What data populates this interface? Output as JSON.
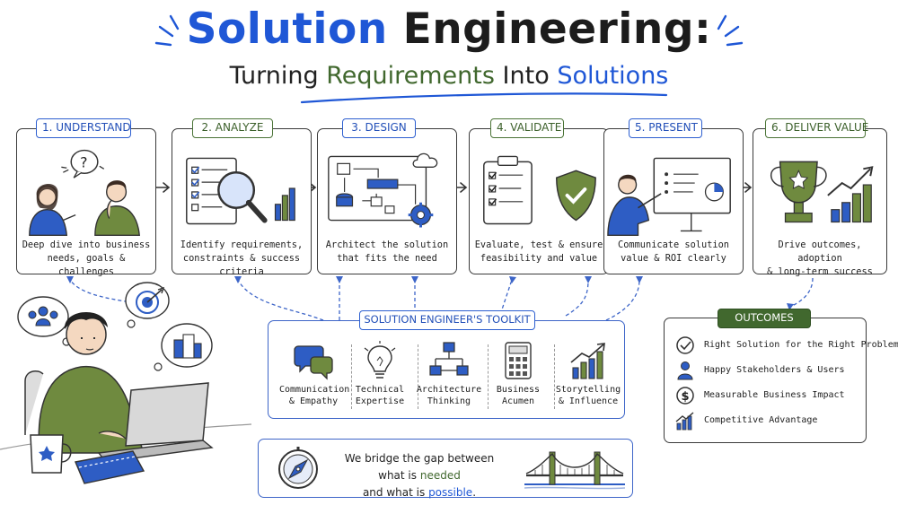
{
  "header": {
    "title_part1": "Solution",
    "title_part2": "Engineering:",
    "subtitle_part1": "Turning",
    "subtitle_part2": "Requirements",
    "subtitle_part3": "Into",
    "subtitle_part4": "Solutions"
  },
  "steps": [
    {
      "tag": "1. UNDERSTAND",
      "desc_line1": "Deep dive into business",
      "desc_line2": "needs, goals & challenges"
    },
    {
      "tag": "2. ANALYZE",
      "desc_line1": "Identify requirements,",
      "desc_line2": "constraints & success criteria"
    },
    {
      "tag": "3. DESIGN",
      "desc_line1": "Architect the solution",
      "desc_line2": "that fits the need"
    },
    {
      "tag": "4. VALIDATE",
      "desc_line1": "Evaluate, test & ensure",
      "desc_line2": "feasibility and value"
    },
    {
      "tag": "5. PRESENT",
      "desc_line1": "Communicate solution",
      "desc_line2": "value & ROI clearly"
    },
    {
      "tag": "6. DELIVER VALUE",
      "desc_line1": "Drive outcomes, adoption",
      "desc_line2": "& long-term success"
    }
  ],
  "toolkit": {
    "title": "SOLUTION ENGINEER'S TOOLKIT",
    "items": [
      {
        "line1": "Communication",
        "line2": "& Empathy",
        "icon": "speech-bubbles-icon"
      },
      {
        "line1": "Technical",
        "line2": "Expertise",
        "icon": "lightbulb-icon"
      },
      {
        "line1": "Architecture",
        "line2": "Thinking",
        "icon": "architecture-diagram-icon"
      },
      {
        "line1": "Business",
        "line2": "Acumen",
        "icon": "calculator-icon"
      },
      {
        "line1": "Storytelling",
        "line2": "& Influence",
        "icon": "growth-chart-icon"
      }
    ]
  },
  "outcomes": {
    "title": "OUTCOMES",
    "items": [
      {
        "label": "Right Solution for the Right Problem",
        "icon": "check-circle-icon"
      },
      {
        "label": "Happy Stakeholders & Users",
        "icon": "user-icon"
      },
      {
        "label": "Measurable Business Impact",
        "icon": "dollar-coin-icon"
      },
      {
        "label": "Competitive Advantage",
        "icon": "trend-chart-icon"
      }
    ]
  },
  "bridge": {
    "line1_part1": "We bridge the gap between what is",
    "line1_highlight": "needed",
    "line2_part1": "and what is",
    "line2_highlight": "possible",
    "line2_end": "."
  },
  "colors": {
    "accent_blue": "#1f57d6",
    "accent_green": "#41682e",
    "ink": "#2a2a2a"
  }
}
